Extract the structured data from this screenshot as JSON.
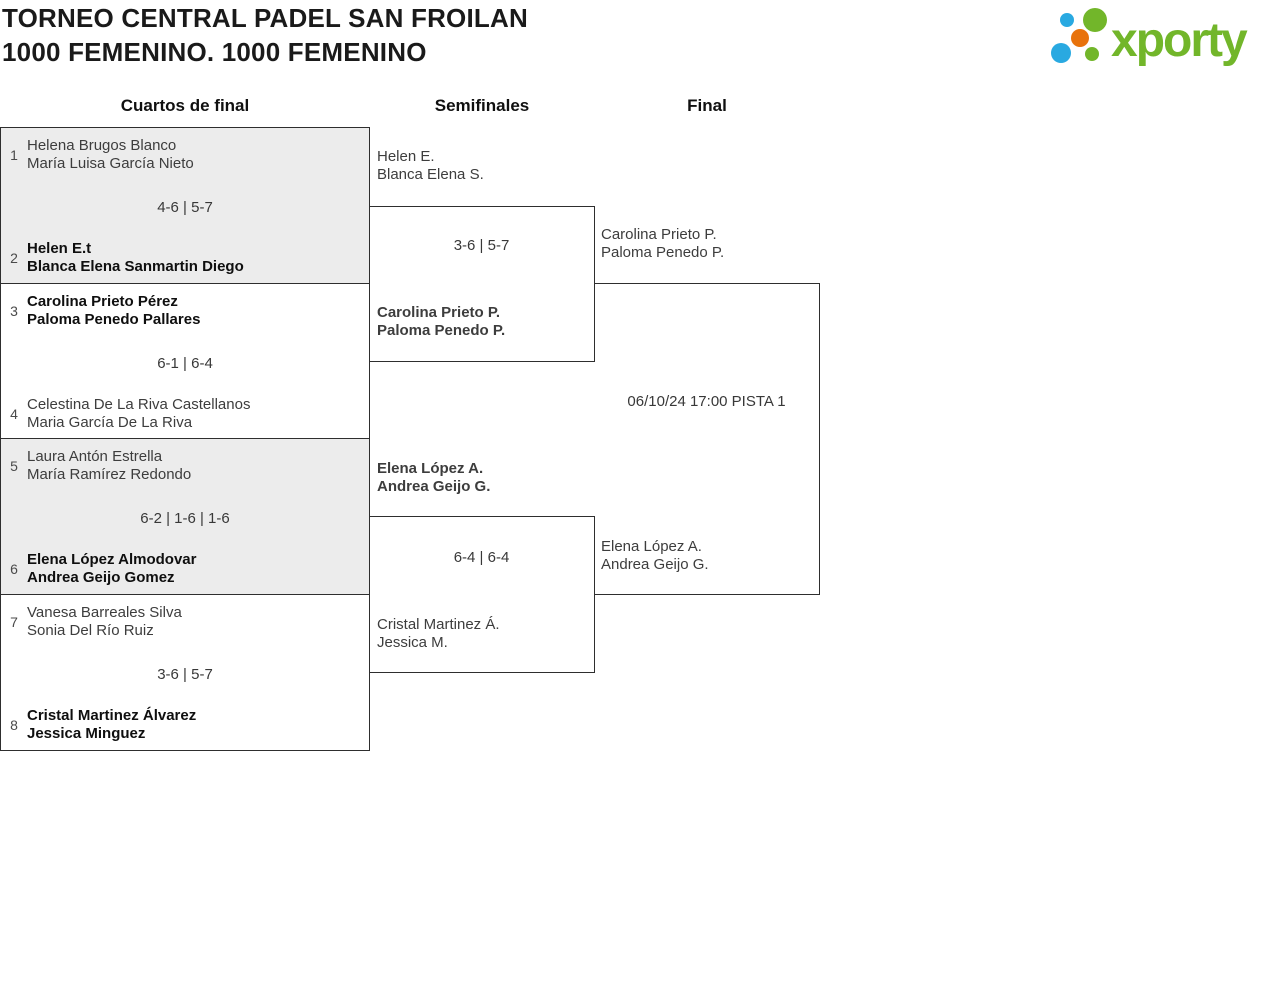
{
  "header": {
    "title_line1": "TORNEO CENTRAL PADEL SAN FROILAN",
    "title_line2": "1000 FEMENINO. 1000 FEMENINO"
  },
  "logo": {
    "text": "xporty"
  },
  "round_labels": {
    "quarterfinals": "Cuartos de final",
    "semifinals": "Semifinales",
    "final": "Final"
  },
  "quarterfinals": [
    {
      "seed_top": "1",
      "top_player1": "Helena Brugos Blanco",
      "top_player2": "María Luisa García Nieto",
      "score": "4-6 | 5-7",
      "seed_bottom": "2",
      "bottom_player1": "Helen E.t",
      "bottom_player2": "Blanca Elena Sanmartin Diego"
    },
    {
      "seed_top": "3",
      "top_player1": "Carolina Prieto Pérez",
      "top_player2": "Paloma Penedo Pallares",
      "score": "6-1 | 6-4",
      "seed_bottom": "4",
      "bottom_player1": "Celestina De La Riva Castellanos",
      "bottom_player2": "Maria García De La Riva"
    },
    {
      "seed_top": "5",
      "top_player1": "Laura Antón Estrella",
      "top_player2": "María Ramírez Redondo",
      "score": "6-2 | 1-6 | 1-6",
      "seed_bottom": "6",
      "bottom_player1": "Elena López Almodovar",
      "bottom_player2": "Andrea Geijo Gomez"
    },
    {
      "seed_top": "7",
      "top_player1": "Vanesa Barreales Silva",
      "top_player2": "Sonia Del Río Ruiz",
      "score": "3-6 | 5-7",
      "seed_bottom": "8",
      "bottom_player1": "Cristal Martinez Álvarez",
      "bottom_player2": "Jessica Minguez"
    }
  ],
  "semifinals": [
    {
      "top_player1": "Helen E.",
      "top_player2": "Blanca Elena S.",
      "score": "3-6 | 5-7",
      "bottom_player1": "Carolina Prieto P.",
      "bottom_player2": "Paloma Penedo P."
    },
    {
      "top_player1": "Elena López A.",
      "top_player2": "Andrea Geijo G.",
      "score": "6-4 | 6-4",
      "bottom_player1": "Cristal Martinez Á.",
      "bottom_player2": "Jessica M."
    }
  ],
  "final": {
    "top_player1": "Carolina Prieto P.",
    "top_player2": "Paloma Penedo P.",
    "schedule": "06/10/24 17:00 PISTA 1",
    "bottom_player1": "Elena López A.",
    "bottom_player2": "Andrea Geijo G."
  },
  "colors": {
    "logo_green": "#72b62a",
    "logo_blue": "#29a9e1",
    "logo_orange": "#e8730c",
    "match_alt_background": "#ececec",
    "bracket_border": "#2e2e2e",
    "winner_text": "#0f0f0f",
    "loser_text": "#3d3d3d"
  }
}
